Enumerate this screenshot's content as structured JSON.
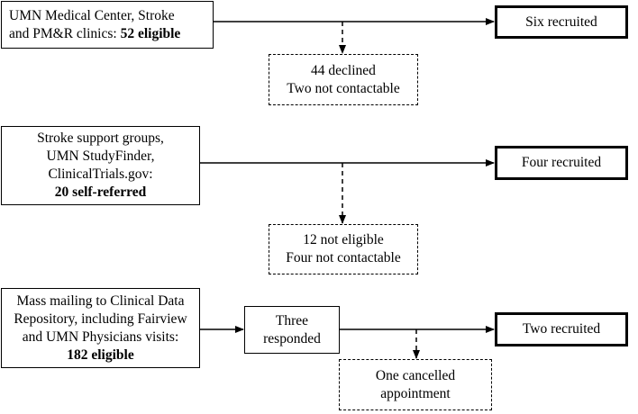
{
  "row1": {
    "source": {
      "line1": "UMN Medical Center, Stroke",
      "line2_prefix": "and PM&R clinics: ",
      "line2_bold": "52 eligible"
    },
    "excluded": [
      "44 declined",
      "Two not contactable"
    ],
    "result": "Six recruited"
  },
  "row2": {
    "source": {
      "line1": "Stroke support groups,",
      "line2": "UMN StudyFinder,",
      "line3": "ClinicalTrials.gov:",
      "line4_bold": "20 self-referred"
    },
    "excluded": [
      "12 not eligible",
      "Four not contactable"
    ],
    "result": "Four recruited"
  },
  "row3": {
    "source": {
      "line1": "Mass mailing to Clinical Data",
      "line2": "Repository, including Fairview",
      "line3": "and UMN Physicians visits:",
      "line4_bold": "182 eligible"
    },
    "intermediate": [
      "Three",
      "responded"
    ],
    "excluded": [
      "One cancelled",
      "appointment"
    ],
    "result": "Two recruited"
  }
}
